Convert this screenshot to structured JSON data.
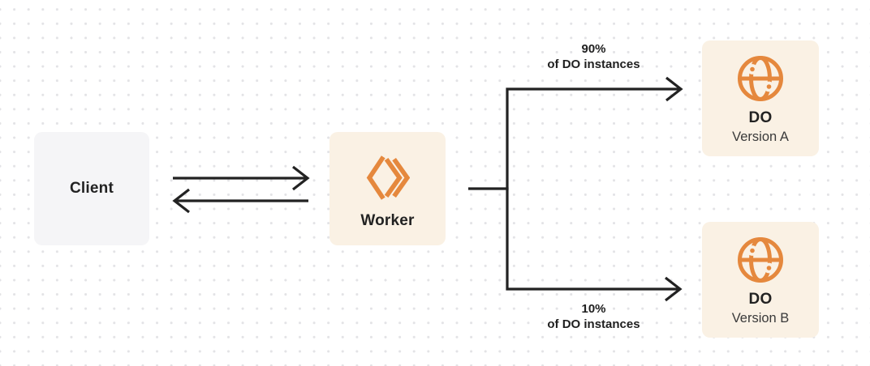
{
  "diagram": {
    "nodes": {
      "client": {
        "label": "Client"
      },
      "worker": {
        "label": "Worker"
      },
      "do_version_a": {
        "title": "DO",
        "subtitle": "Version A"
      },
      "do_version_b": {
        "title": "DO",
        "subtitle": "Version B"
      }
    },
    "routes": {
      "to_version_a": {
        "percent": "90%",
        "caption": "of DO instances"
      },
      "to_version_b": {
        "percent": "10%",
        "caption": "of DO instances"
      }
    },
    "icons": {
      "worker_icon": "workers-angle-brackets-icon",
      "do_icon": "globe-icon"
    },
    "colors": {
      "accent_orange": "#E5883D",
      "node_cream": "#FAF1E4",
      "node_gray": "#F5F5F7",
      "connector_dark": "#222222",
      "dot_grid": "#E3E3E6"
    }
  }
}
